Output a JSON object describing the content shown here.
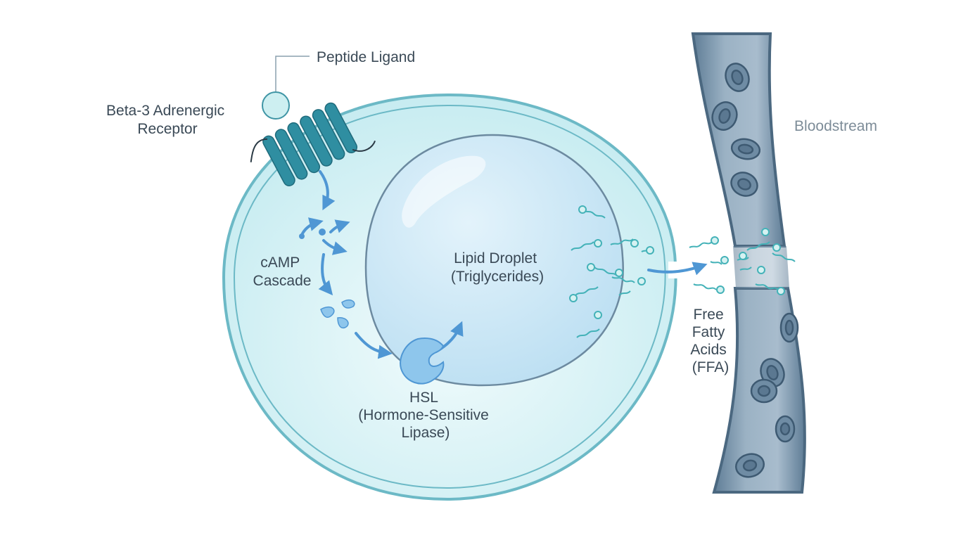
{
  "labels": {
    "peptide_ligand": "Peptide Ligand",
    "receptor": [
      "Beta-3 Adrenergic",
      "Receptor"
    ],
    "camp": [
      "cAMP",
      "Cascade"
    ],
    "lipid": [
      "Lipid Droplet",
      "(Triglycerides)"
    ],
    "hsl": [
      "HSL",
      "(Hormone-Sensitive",
      "Lipase)"
    ],
    "ffa": [
      "Free",
      "Fatty",
      "Acids",
      "(FFA)"
    ],
    "bloodstream": "Bloodstream"
  },
  "colors": {
    "cell_fill": "#d7f1f4",
    "cell_stroke": "#6cb9c6",
    "droplet_fill": "#c9e6f6",
    "droplet_stroke": "#6c8aa0",
    "receptor": "#2f8ea1",
    "arrow": "#4f97d4",
    "ffa": "#44b2b8",
    "vessel": "#6f8ca4",
    "vessel_dark": "#4b6880",
    "rbc": "#5b7891",
    "text": "#3a4956",
    "text_muted": "#7d8c98"
  },
  "icons": [
    "peptide-ligand-icon",
    "receptor-icon",
    "camp-molecule-icon",
    "hsl-enzyme-icon",
    "fatty-acid-icon",
    "red-blood-cell-icon",
    "flow-arrow-icon"
  ]
}
